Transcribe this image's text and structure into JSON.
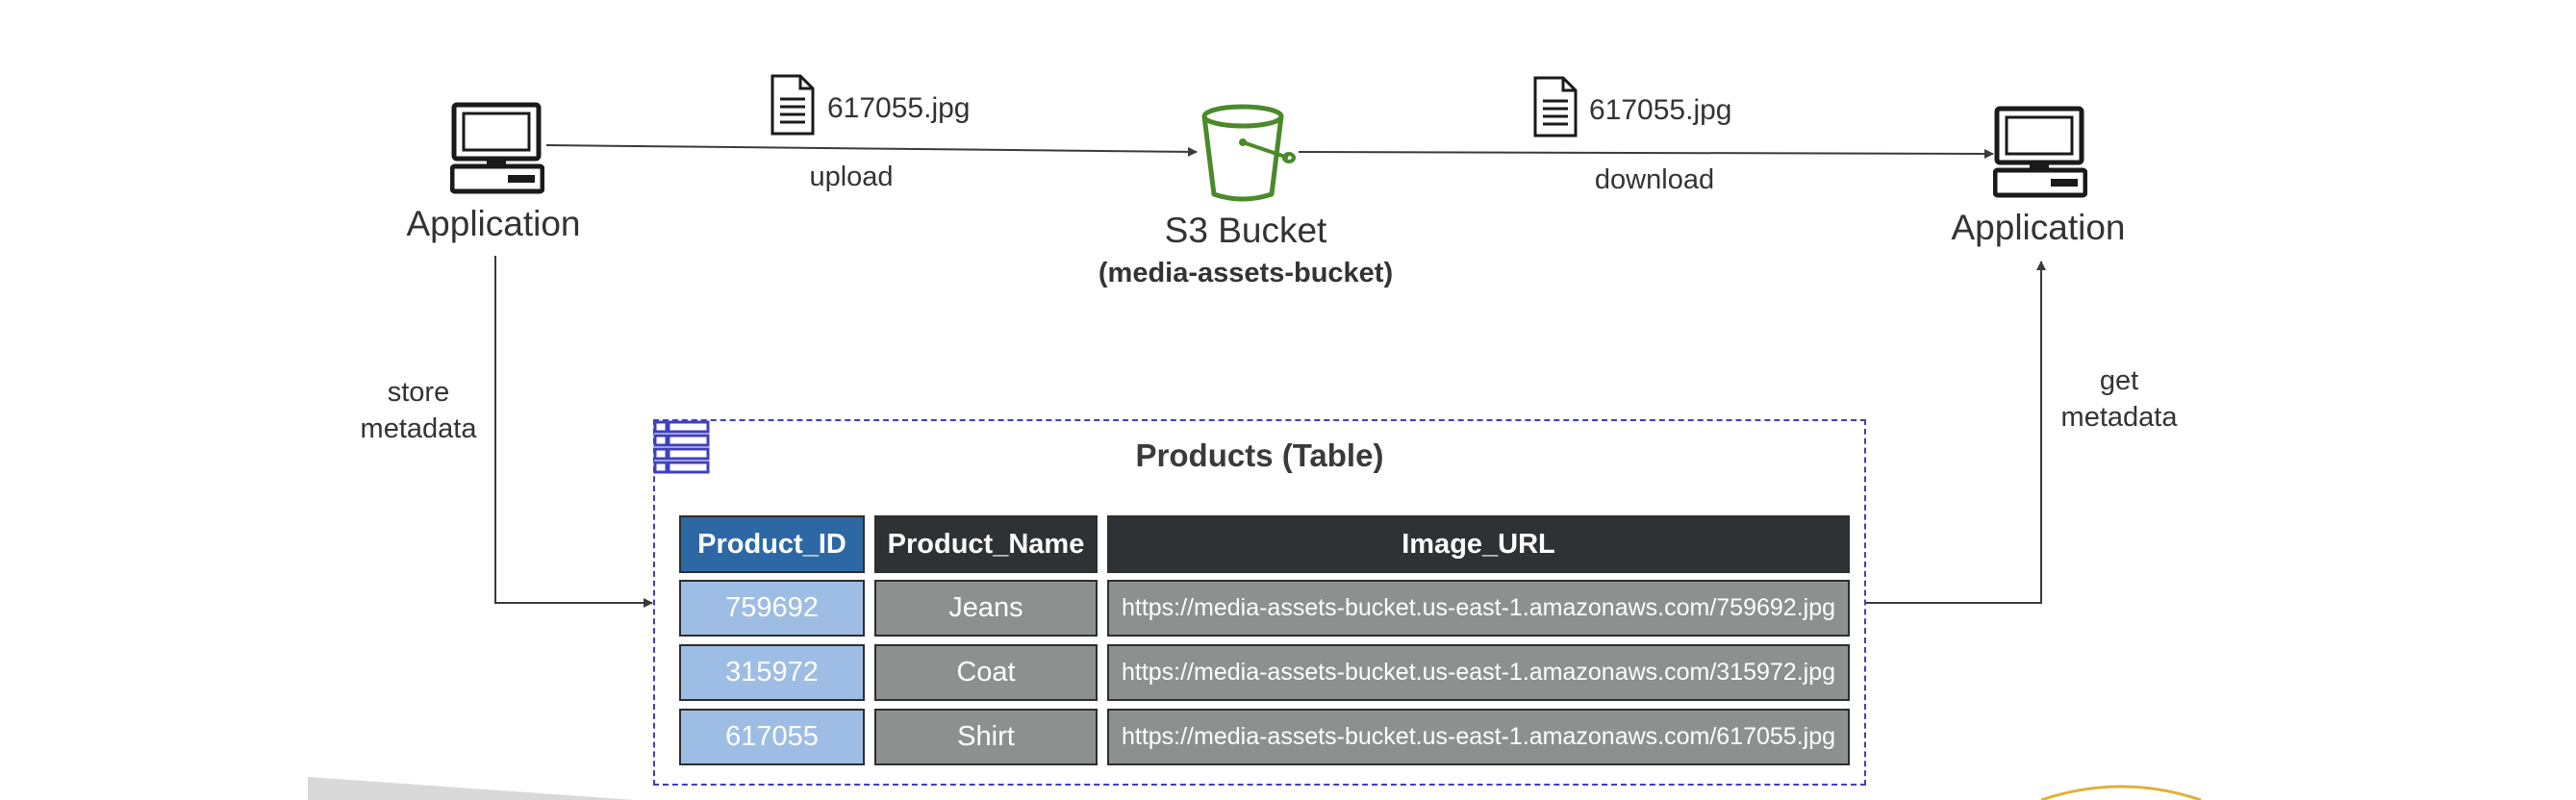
{
  "nodes": {
    "app_left": "Application",
    "app_right": "Application",
    "bucket_title": "S3 Bucket",
    "bucket_subtitle": "(media-assets-bucket)"
  },
  "edges": {
    "upload_file": "617055.jpg",
    "upload_label": "upload",
    "download_file": "617055.jpg",
    "download_label": "download",
    "store_line1": "store",
    "store_line2": "metadata",
    "get_line1": "get",
    "get_line2": "metadata"
  },
  "table": {
    "title": "Products (Table)",
    "headers": [
      "Product_ID",
      "Product_Name",
      "Image_URL"
    ],
    "rows": [
      [
        "759692",
        "Jeans",
        "https://media-assets-bucket.us-east-1.amazonaws.com/759692.jpg"
      ],
      [
        "315972",
        "Coat",
        "https://media-assets-bucket.us-east-1.amazonaws.com/315972.jpg"
      ],
      [
        "617055",
        "Shirt",
        "https://media-assets-bucket.us-east-1.amazonaws.com/617055.jpg"
      ]
    ]
  },
  "colors": {
    "bucket_green": "#4a8a2a",
    "header_blue": "#2e68a4",
    "id_cell_blue": "#9ebde4",
    "header_dark": "#2f3235",
    "cell_gray": "#8c918f",
    "table_border": "#3f3fbf"
  },
  "icons": [
    "computer-icon",
    "document-icon",
    "s3-bucket-icon",
    "database-table-icon"
  ]
}
